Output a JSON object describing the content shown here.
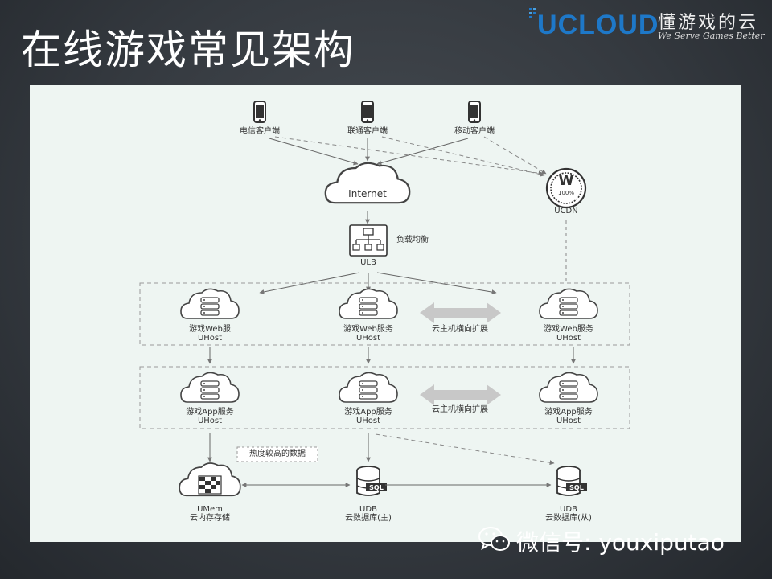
{
  "slide": {
    "title": "在线游戏常见架构"
  },
  "logo": {
    "brand_first": "U",
    "brand_rest": "CLOUD",
    "chinese": "懂游戏的云",
    "tagline": "We Serve Games Better"
  },
  "diagram": {
    "clients": [
      "电信客户端",
      "联通客户端",
      "移动客户端"
    ],
    "internet": "Internet",
    "ucdn": "UCDN",
    "ucdn_badge": "100%",
    "ucdn_letter": "W",
    "lb_label": "负载均衡",
    "ulb": "ULB",
    "web_row": {
      "nodes": [
        {
          "name": "游戏Web服",
          "host": "UHost"
        },
        {
          "name": "游戏Web服务",
          "host": "UHost"
        },
        {
          "name": "游戏Web服务",
          "host": "UHost"
        }
      ],
      "scale_label": "云主机横向扩展"
    },
    "app_row": {
      "nodes": [
        {
          "name": "游戏App服务",
          "host": "UHost"
        },
        {
          "name": "游戏App服务",
          "host": "UHost"
        },
        {
          "name": "游戏App服务",
          "host": "UHost"
        }
      ],
      "scale_label": "云主机横向扩展"
    },
    "hot_data_label": "热度较高的数据",
    "umem": {
      "name": "UMem",
      "desc": "云内存存储"
    },
    "udb_master": {
      "name": "UDB",
      "desc": "云数据库(主)"
    },
    "udb_slave": {
      "name": "UDB",
      "desc": "云数据库(从)"
    },
    "sql_badge": "SQL"
  },
  "watermark": {
    "text": "微信号: youxiputao"
  }
}
